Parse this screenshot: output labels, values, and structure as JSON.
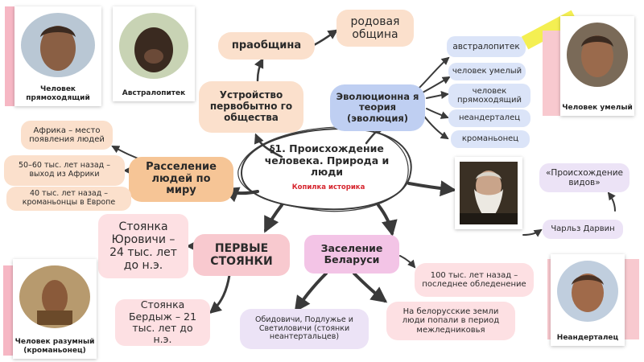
{
  "center": {
    "title": "§1. Происхождение человека. Природа и люди",
    "subtitle": "Копилка историка"
  },
  "nodes": {
    "praobshchina": "праобщина",
    "rodovaya": "родовая община",
    "ustroystvo": "Устройство первобытно го общества",
    "evolution": "Эволюционна я теория (эволюция)",
    "rasselenie": "Расселение людей по миру",
    "stoyanki": "ПЕРВЫЕ СТОЯНКИ",
    "zaselenie": "Заселение Беларуси",
    "darwin": "Чарльз Дарвин",
    "book": "«Происхождение видов»"
  },
  "evolution_list": [
    "австралопитек",
    "человек умелый",
    "человек прямоходящий",
    "неандерталец",
    "кроманьонец"
  ],
  "rasselenie_list": [
    "Африка – место появления людей",
    "50–60 тыс. лет назад – выход из Африки",
    "40 тыс. лет назад – кроманьонцы в Европе"
  ],
  "stoyanki_list": [
    "Стоянка Юровичи – 24 тыс. лет до н.э.",
    "Стоянка Бердыж – 21 тыс. лет до н.э."
  ],
  "zaselenie_list": [
    "Обидовичи, Подлужье и Светиловичи (стоянки неантертальцев)",
    "На белорусские земли люди попали в период межледниковья",
    "100 тыс. лет назад – последнее обледенение"
  ],
  "photos": {
    "pryamo": "Человек прямоходящий",
    "australo": "Австралопитек",
    "umely": "Человек умелый",
    "razumny": "Человек разумный (кроманьонец)",
    "neander": "Неандерталец"
  },
  "colors": {
    "arrow": "#3a3a3a",
    "accent_red": "#d6262f",
    "yellow_tape": "#f4ef52"
  }
}
